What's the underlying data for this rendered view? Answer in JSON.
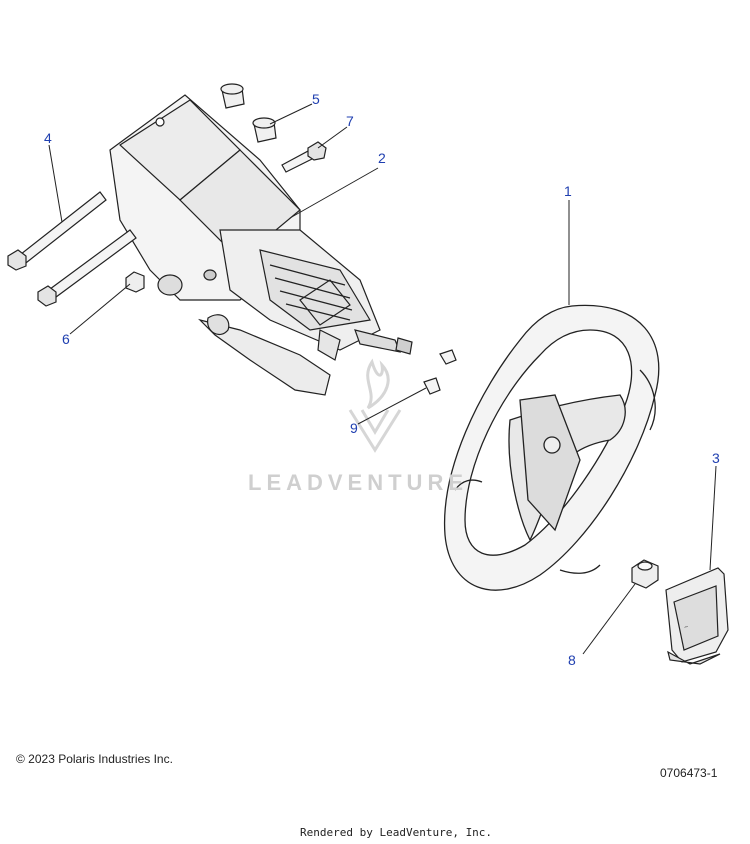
{
  "callouts": [
    {
      "id": "1",
      "label": "1"
    },
    {
      "id": "2",
      "label": "2"
    },
    {
      "id": "3",
      "label": "3"
    },
    {
      "id": "4",
      "label": "4"
    },
    {
      "id": "5",
      "label": "5"
    },
    {
      "id": "6",
      "label": "6"
    },
    {
      "id": "7",
      "label": "7"
    },
    {
      "id": "8",
      "label": "8"
    },
    {
      "id": "9",
      "label": "9"
    }
  ],
  "watermark": "LEADVENTURE",
  "copyright": "© 2023 Polaris Industries Inc.",
  "diagram_number": "0706473-1",
  "render_credit": "Rendered by LeadVenture, Inc.",
  "colors": {
    "callout": "#1f3fb0",
    "line": "#222222",
    "watermark": "#cfcfcf",
    "part_fill": "#f4f4f4"
  }
}
